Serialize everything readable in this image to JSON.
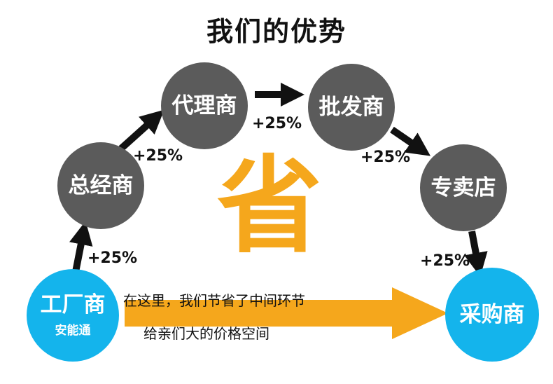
{
  "title": "我们的优势",
  "center_char": "省",
  "nodes": {
    "factory": {
      "label": "工厂商",
      "sub": "安能通"
    },
    "distributor": {
      "label": "总经商"
    },
    "agent": {
      "label": "代理商"
    },
    "wholesaler": {
      "label": "批发商"
    },
    "store": {
      "label": "专卖店"
    },
    "buyer": {
      "label": "采购商"
    }
  },
  "markups": [
    "+25%",
    "+25%",
    "+25%",
    "+25%",
    "+25%"
  ],
  "notes": {
    "line1": "在这里，我们节省了中间环节",
    "line2": "给亲们大的价格空间"
  },
  "colors": {
    "gray_node": "#5b5b5b",
    "blue_node": "#14b4ec",
    "accent": "#f5a71c",
    "arrow": "#111111"
  }
}
